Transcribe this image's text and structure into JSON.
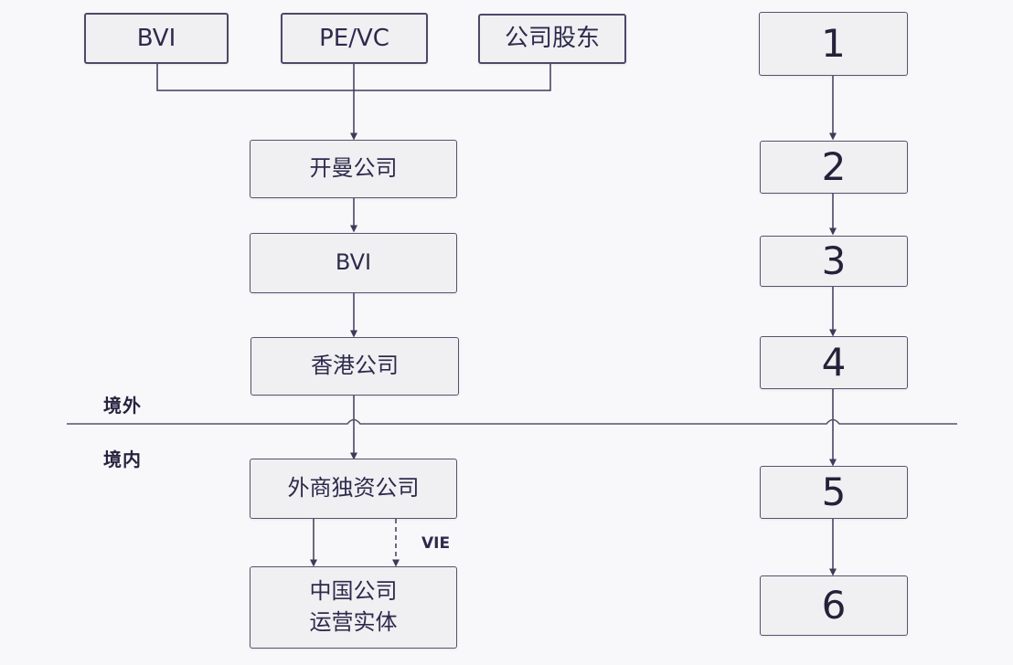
{
  "diagram": {
    "description_colors": {
      "background": "#f8f8fa",
      "box_fill": "#f0f0f2",
      "box_border": "#56526f",
      "line": "#3e3a59",
      "text": "#2e2a4d"
    },
    "shareholder_row": {
      "nodes": [
        {
          "label": "BVI"
        },
        {
          "label": "PE/VC"
        },
        {
          "label": "公司股东"
        }
      ]
    },
    "offshore_chain": {
      "nodes": [
        {
          "label": "开曼公司"
        },
        {
          "label": "BVI"
        },
        {
          "label": "香港公司"
        }
      ]
    },
    "onshore_chain": {
      "nodes": [
        {
          "label": "外商独资公司"
        },
        {
          "label": "中国公司\n运营实体"
        }
      ]
    },
    "steps": {
      "nodes": [
        {
          "label": "1"
        },
        {
          "label": "2"
        },
        {
          "label": "3"
        },
        {
          "label": "4"
        },
        {
          "label": "5"
        },
        {
          "label": "6"
        }
      ]
    },
    "region_labels": {
      "offshore": "境外",
      "onshore": "境内"
    },
    "edge_labels": {
      "vie": "VIE"
    }
  }
}
